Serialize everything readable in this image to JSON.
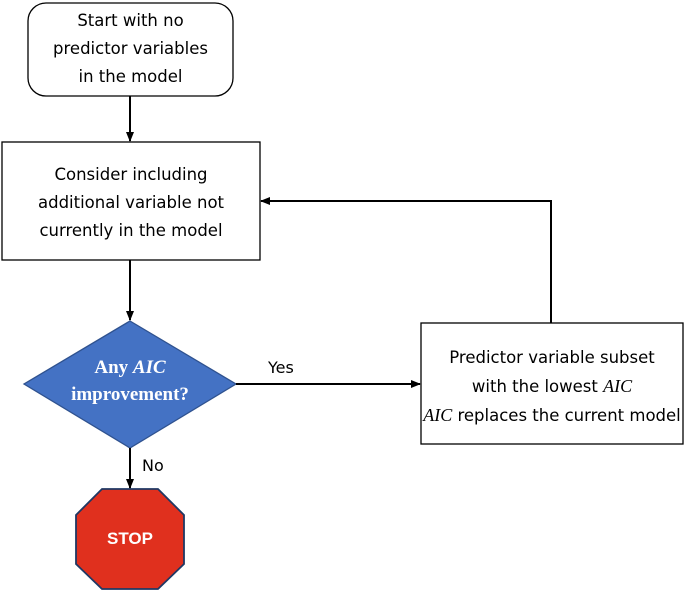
{
  "nodes": {
    "start": {
      "line1": "Start with no",
      "line2": "predictor variables",
      "line3": "in the model"
    },
    "consider": {
      "line1": "Consider including",
      "line2": "additional variable not",
      "line3": "currently in the model"
    },
    "decision": {
      "part1": "Any ",
      "aic": "AIC",
      "line2": "improvement?"
    },
    "replace": {
      "line1": "Predictor variable subset",
      "line2_pre": "with the lowest ",
      "aic": "AIC",
      "line3_aic": "AIC",
      "line3_post": " replaces the current model"
    },
    "stop": {
      "label": "STOP"
    }
  },
  "edges": {
    "yes_label": "Yes",
    "no_label": "No"
  },
  "colors": {
    "diamond_fill": "#4472c4",
    "stop_fill": "#e0301e",
    "stroke": "#000000"
  }
}
